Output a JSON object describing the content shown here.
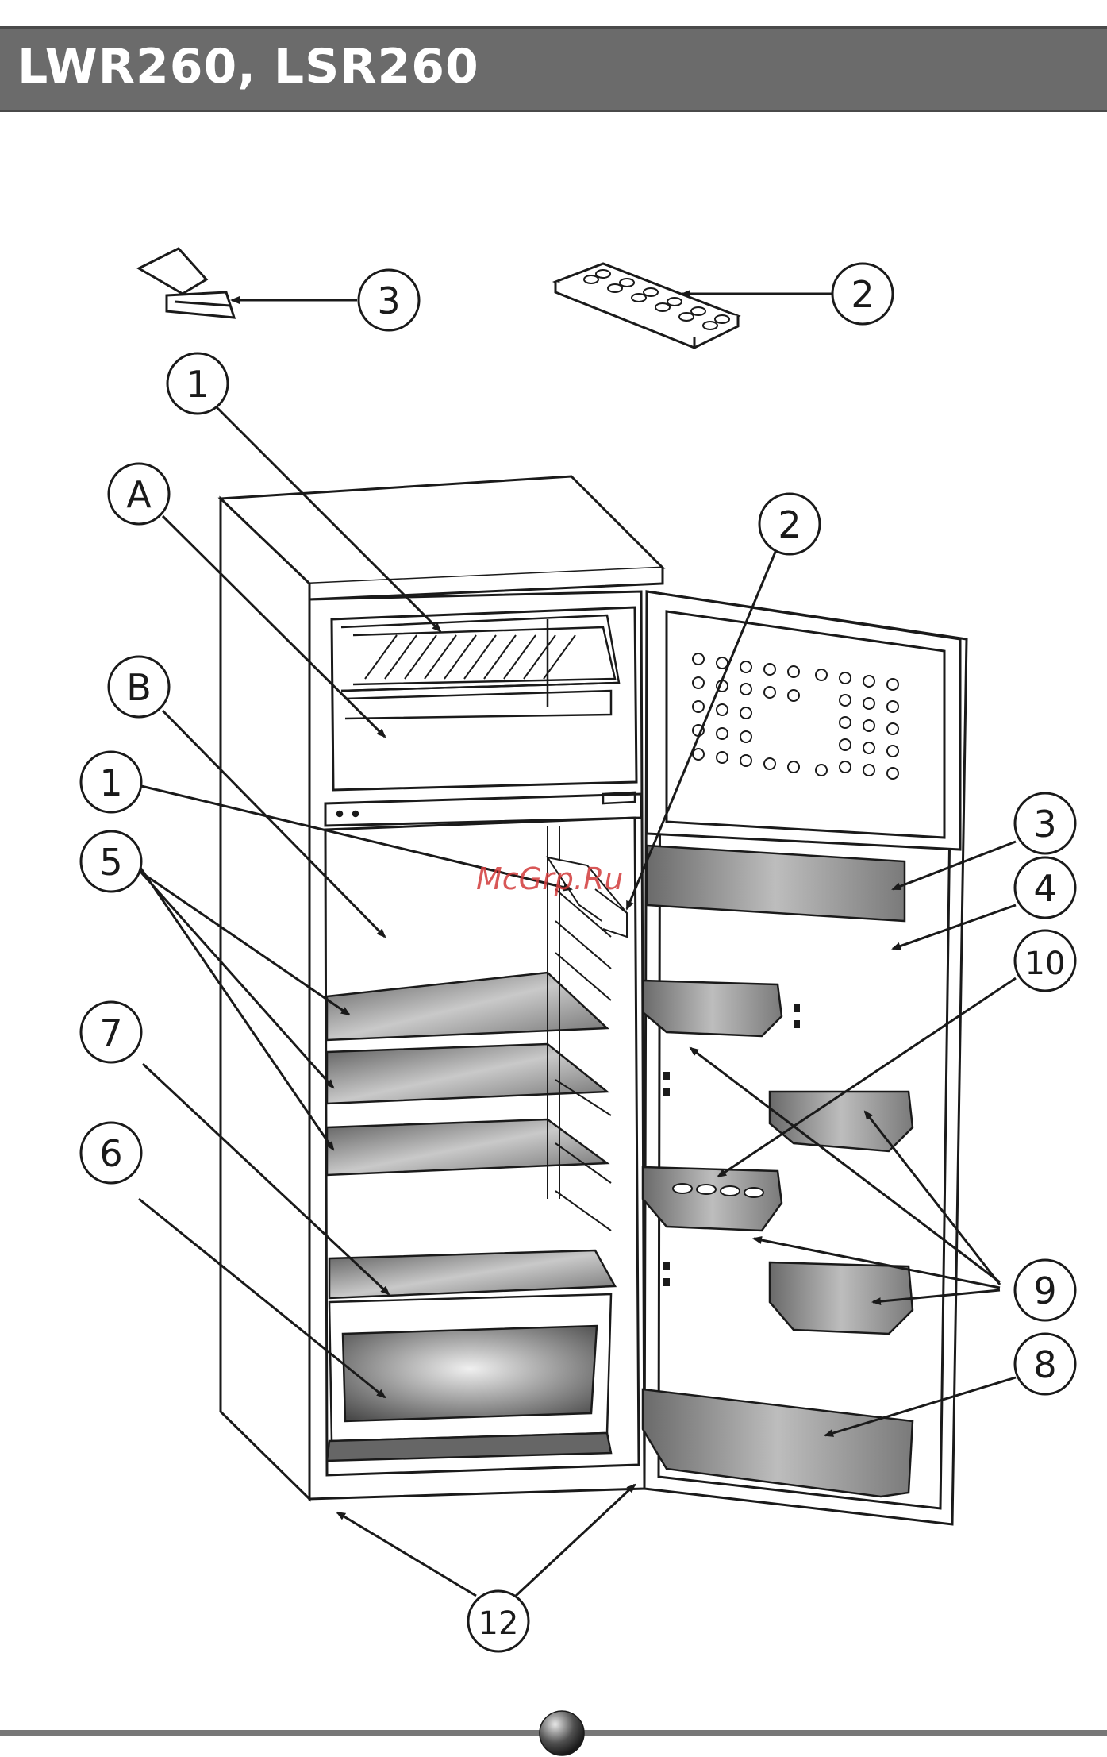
{
  "header": {
    "title": "LWR260, LSR260"
  },
  "watermark": "McGrp.Ru",
  "callouts": {
    "c3_top": "3",
    "c2_top": "2",
    "c1_top": "1",
    "cA": "A",
    "c2_door": "2",
    "cB": "B",
    "c1_mid": "1",
    "c3_door": "3",
    "c5": "5",
    "c4": "4",
    "c10": "10",
    "c7": "7",
    "c6": "6",
    "c9": "9",
    "c8": "8",
    "c12": "12"
  },
  "colors": {
    "header_bg": "#6b6b6b",
    "line": "#1a1a1a",
    "footer_line": "#777777"
  }
}
